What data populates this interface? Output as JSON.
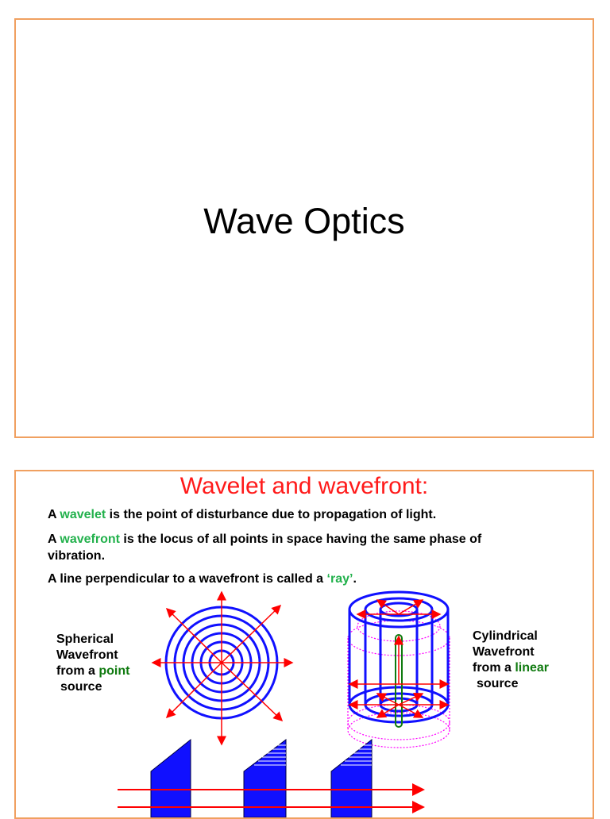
{
  "slide1": {
    "title": "Wave Optics"
  },
  "slide2": {
    "title": "Wavelet and wavefront:",
    "p1": {
      "pre": "A ",
      "term": "wavelet",
      "post": " is the point of disturbance due to propagation of light."
    },
    "p2": {
      "pre": "A ",
      "term": "wavefront",
      "post": " is the locus of all points  in space  having the same phase of  vibration."
    },
    "p3": {
      "pre": "A line perpendicular to a wavefront is called a  ",
      "term": "‘ray’",
      "post": "."
    },
    "spherical": {
      "line1": "Spherical",
      "line2": "Wavefront",
      "pre3": "from a ",
      "term": "point",
      "line4": "source"
    },
    "cylindrical": {
      "line1": "Cylindrical",
      "line2": "Wavefront",
      "pre3": "from a ",
      "term": "linear",
      "line4": "source"
    }
  },
  "colors": {
    "border": "#f0a060",
    "title_red": "#ff1a1a",
    "term_green": "#22b14c",
    "source_green": "#0f7a0f",
    "wave_blue": "#1010ff",
    "ray_red": "#ff0000",
    "dotted_magenta": "#ff00ff"
  }
}
